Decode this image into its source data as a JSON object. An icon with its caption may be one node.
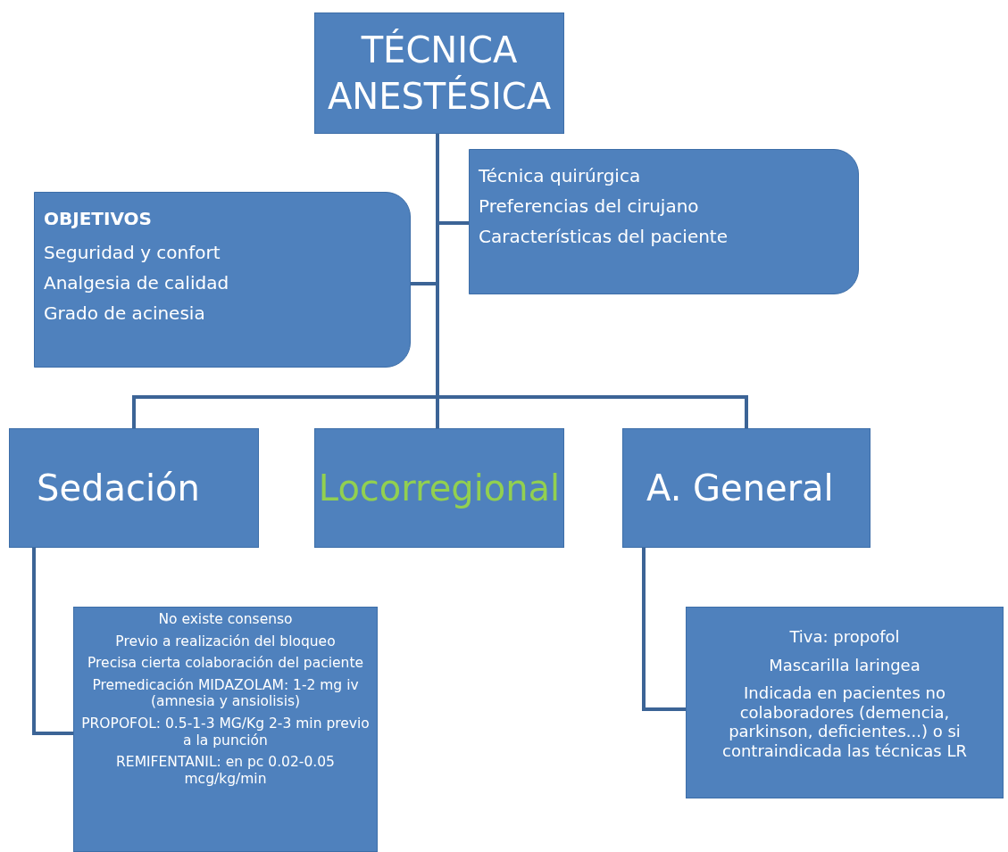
{
  "diagram": {
    "nodes": [
      {
        "text": [
          "TÉCNICA ANESTÉSICA"
        ]
      },
      {
        "text": [
          "OBJETIVOS",
          "Seguridad y confort",
          "Analgesia de calidad",
          "Grado de acinesia"
        ]
      },
      {
        "text": [
          "Técnica quirúrgica",
          "Preferencias del cirujano",
          "Características del paciente"
        ]
      },
      {
        "text": [
          "Sedación"
        ]
      },
      {
        "text": [
          "Locorregional"
        ]
      },
      {
        "text": [
          "A. General"
        ]
      },
      {
        "text": [
          "No existe consenso",
          "Previo a realización del bloqueo",
          "Precisa cierta colaboración del paciente",
          "Premedicación MIDAZOLAM: 1-2 mg iv (amnesia y ansiolisis)",
          "PROPOFOL: 0.5-1-3 MG/Kg 2-3 min previo a la punción",
          "REMIFENTANIL: en pc 0.02-0.05 mcg/kg/min"
        ]
      },
      {
        "text": [
          "Tiva: propofol",
          "Mascarilla laringea",
          "Indicada en pacientes no colaboradores (demencia, parkinson, deficientes...) o si contraindicada las técnicas LR"
        ]
      }
    ],
    "edges": [
      {
        "from": 0,
        "to": 1,
        "arrow": "none"
      },
      {
        "from": 0,
        "to": 2,
        "arrow": "none"
      },
      {
        "from": 0,
        "to": 3,
        "arrow": "none"
      },
      {
        "from": 0,
        "to": 4,
        "arrow": "none"
      },
      {
        "from": 0,
        "to": 5,
        "arrow": "none"
      },
      {
        "from": 3,
        "to": 6,
        "arrow": "none"
      },
      {
        "from": 5,
        "to": 7,
        "arrow": "none"
      }
    ]
  }
}
